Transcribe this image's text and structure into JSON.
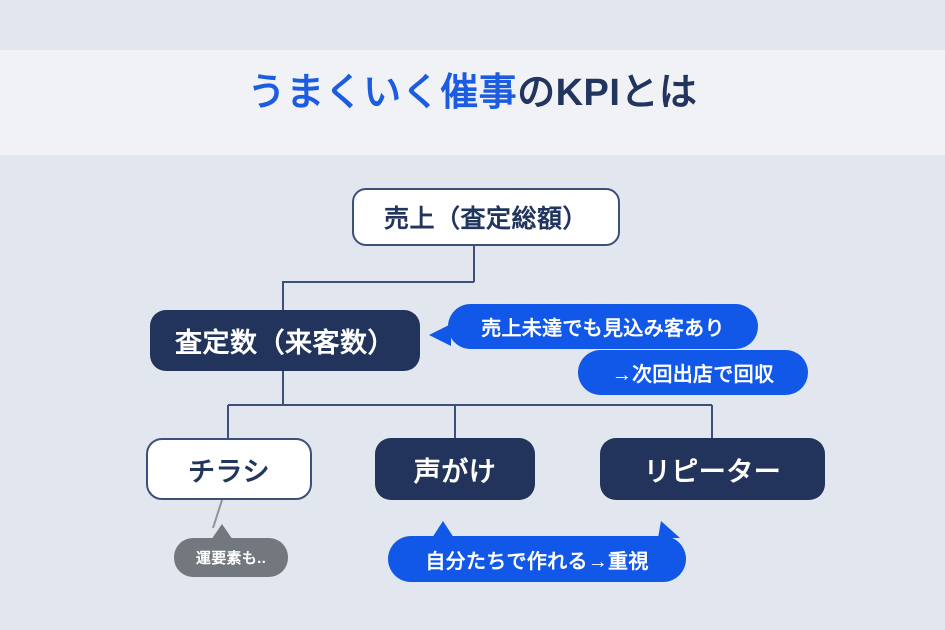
{
  "page": {
    "title_parts": {
      "highlight": "うまくいく催事",
      "rest": "のKPIとは"
    },
    "colors": {
      "background_band": "#e2e7ef",
      "title_band": "#f0f2f6",
      "accent_blue": "#1b5ce0",
      "bubble_blue": "#1258e8",
      "navy": "#22345c",
      "grey_bubble": "#73777e",
      "line": "#3c5079"
    }
  },
  "diagram": {
    "nodes": [
      {
        "id": "sales",
        "label": "売上（査定総額）",
        "style": "outline"
      },
      {
        "id": "appraisal",
        "label": "査定数（来客数）",
        "style": "filled"
      },
      {
        "id": "flyer",
        "label": "チラシ",
        "style": "outline"
      },
      {
        "id": "voice",
        "label": "声がけ",
        "style": "filled"
      },
      {
        "id": "repeater",
        "label": "リピーター",
        "style": "filled"
      }
    ],
    "bubbles": [
      {
        "id": "lead",
        "label": "売上未達でも見込み客あり",
        "style": "blue",
        "tail": "left"
      },
      {
        "id": "recover",
        "label": "→次回出店で回収",
        "style": "blue",
        "tail": "none"
      },
      {
        "id": "luck",
        "label": "運要素も..",
        "style": "grey",
        "tail": "up"
      },
      {
        "id": "selfmade",
        "label": "自分たちで作れる→重視",
        "style": "blue",
        "tail": "up-double"
      }
    ]
  }
}
